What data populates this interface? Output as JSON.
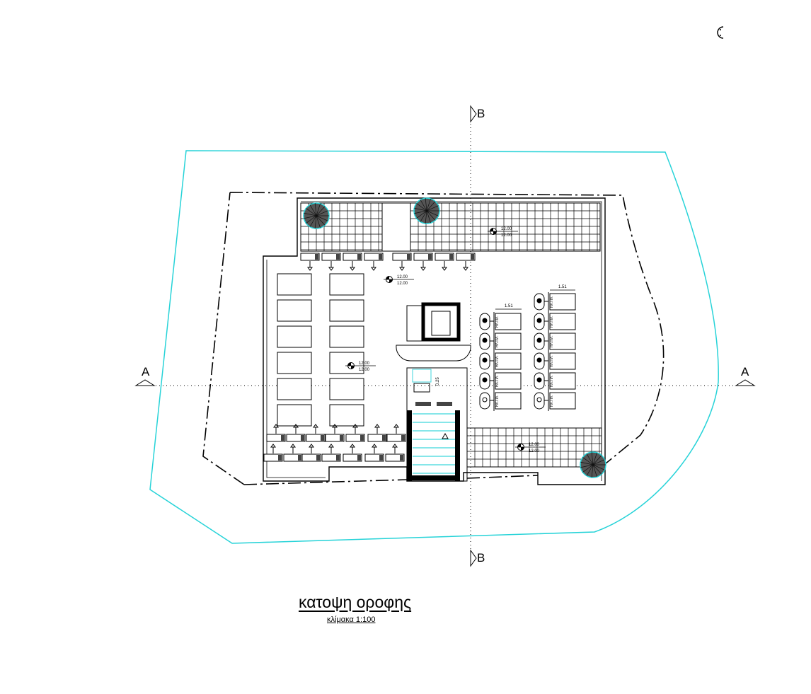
{
  "drawing": {
    "title": "κατοψη οροφης",
    "scale": "κλίμακα 1:100",
    "section_marks": {
      "a_left": "A",
      "a_right": "A",
      "b_top": "B",
      "b_bottom": "B"
    },
    "elevations": [
      {
        "top": "12.00",
        "bottom": "12.00"
      },
      {
        "top": "12.00",
        "bottom": "12.00"
      },
      {
        "top": "12.00",
        "bottom": "12.00"
      },
      {
        "top": "12.00",
        "bottom": "12.00"
      }
    ],
    "dimensions": [
      "1.51",
      "1.51"
    ],
    "panel_label": "ΗΛ.ΠΛ.",
    "door_dim": "0.25",
    "colors": {
      "site_boundary": "#27d3d8",
      "line": "#000000",
      "stair_tint": "#3fd6dc",
      "spiral": "#555555"
    }
  }
}
